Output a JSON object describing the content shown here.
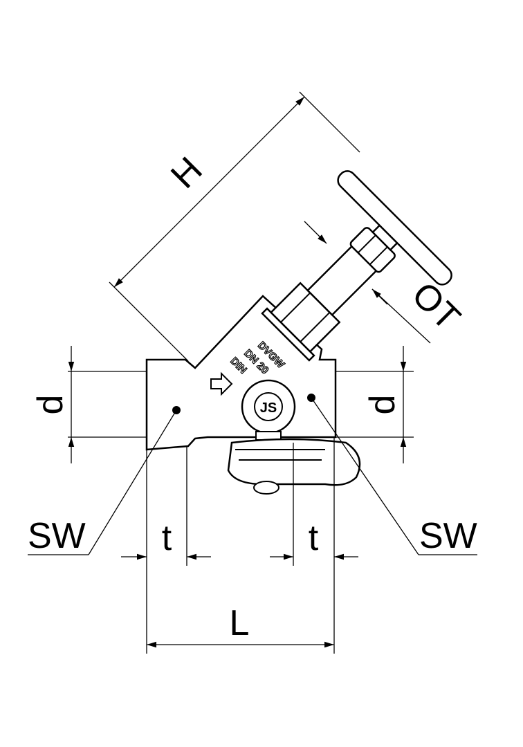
{
  "drawing": {
    "labels": {
      "height": "H",
      "handwheel_clearance": "OT",
      "diameter_left": "d",
      "diameter_right": "d",
      "thread_depth_left": "t",
      "thread_depth_right": "t",
      "length": "L",
      "wrench_size_left": "SW",
      "wrench_size_right": "SW"
    },
    "body_markings": [
      "DVGW",
      "DN 20",
      "DIN"
    ],
    "cap_marking": "JS"
  }
}
